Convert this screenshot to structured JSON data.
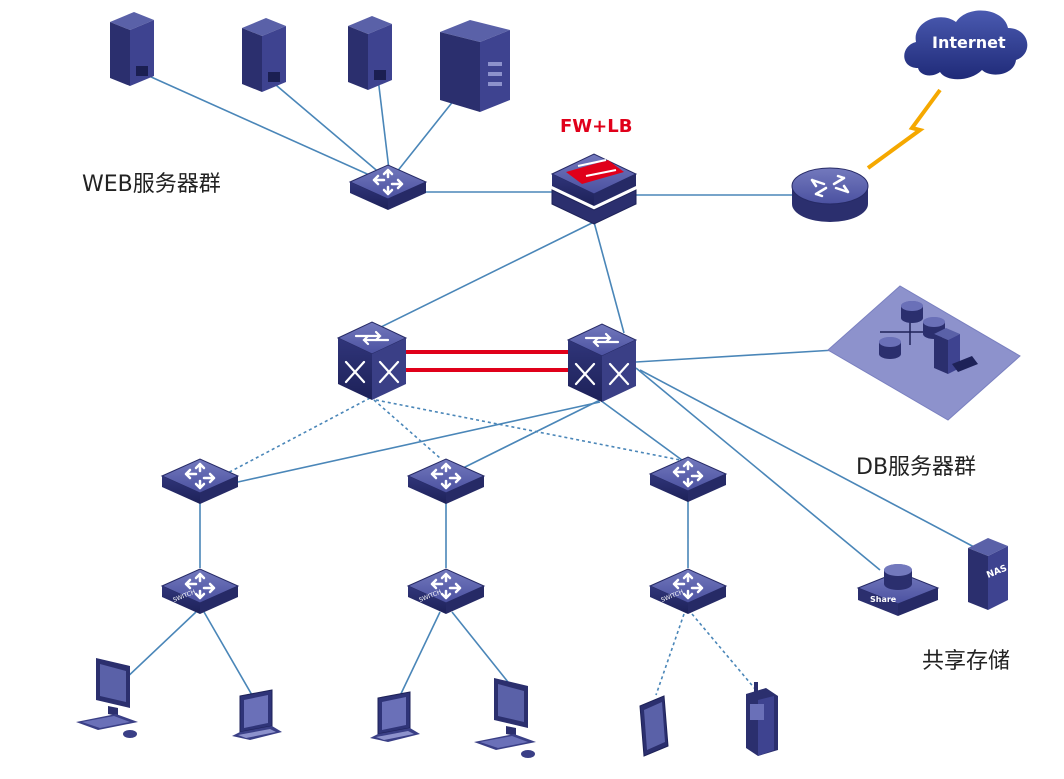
{
  "labels": {
    "web_group": "WEB服务器群",
    "fw_lb": "FW+LB",
    "internet": "Internet",
    "db_group": "DB服务器群",
    "shared_storage": "共享存储",
    "switch_text": "SWITCH",
    "share_text": "Share",
    "nas_text": "NAS"
  },
  "colors": {
    "link": "#4a86b8",
    "device_dark": "#2b2f6e",
    "device_mid": "#3a3f86",
    "device_light": "#5a61a8",
    "stack_link": "#e0001a",
    "wan_link": "#f5a800",
    "fw_label": "#e0001a",
    "cloud": "#2c3a8a"
  }
}
